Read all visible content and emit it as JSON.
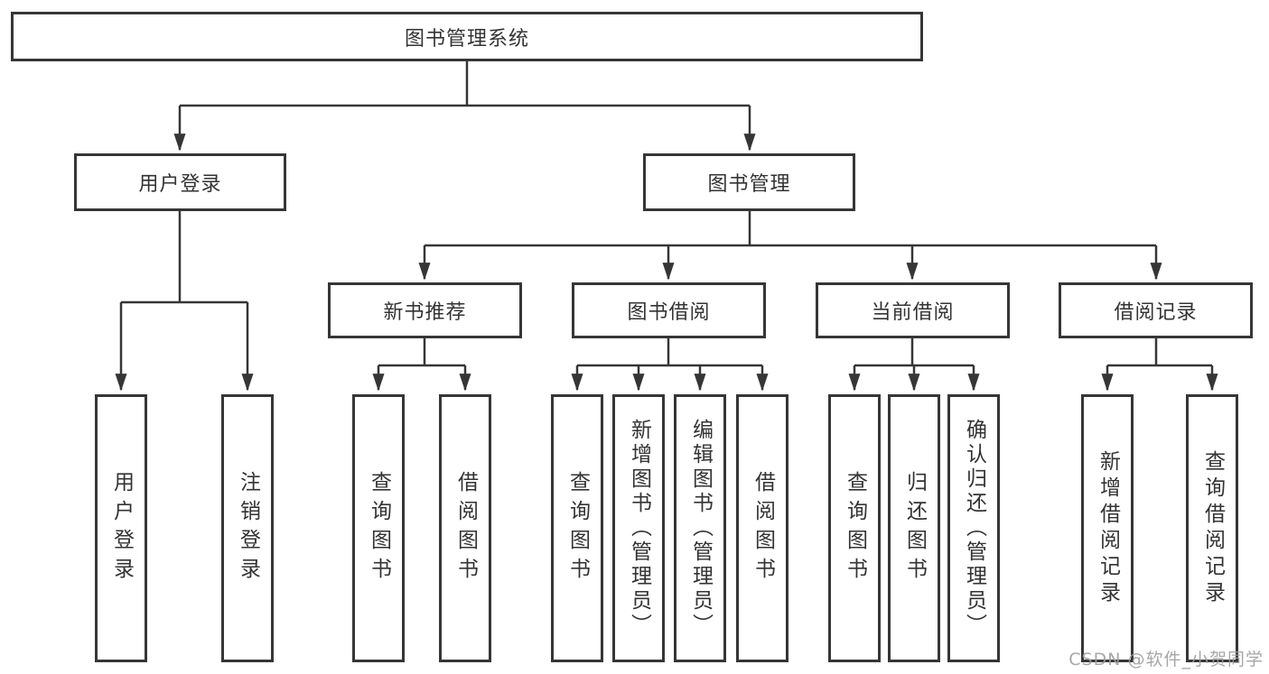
{
  "tree": {
    "root": "图书管理系统",
    "level2": {
      "user_login": "用户登录",
      "book_mgmt": "图书管理"
    },
    "level3": {
      "new_books": "新书推荐",
      "book_borrow": "图书借阅",
      "current_borrow": "当前借阅",
      "borrow_records": "借阅记录"
    },
    "leaves": {
      "user_login": [
        "用户登录",
        "注销登录"
      ],
      "new_books": [
        "查询图书",
        "借阅图书"
      ],
      "book_borrow": [
        "查询图书",
        "新增图书（管理员）",
        "编辑图书（管理员）",
        "借阅图书"
      ],
      "current_borrow": [
        "查询图书",
        "归还图书",
        "确认归还（管理员）"
      ],
      "borrow_records": [
        "新增借阅记录",
        "查询借阅记录"
      ]
    }
  },
  "watermark": "CSDN @软件_小贺同学",
  "colors": {
    "line": "#363636",
    "box_border": "#363636",
    "box_fill": "#ffffff",
    "text": "#333333",
    "watermark": "#9e9e9e",
    "background": "#ffffff"
  }
}
